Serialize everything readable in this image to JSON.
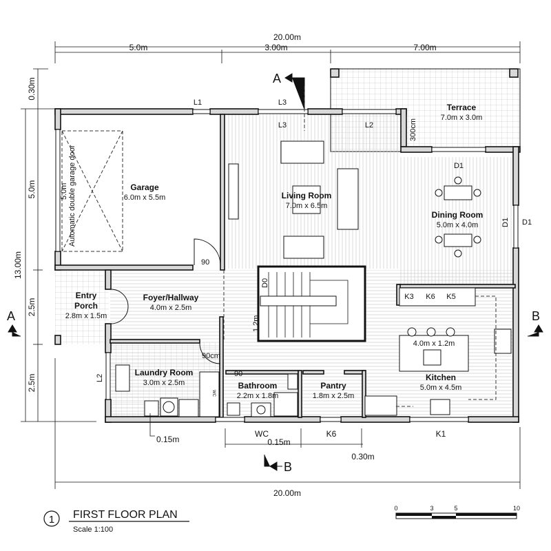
{
  "title": {
    "number": "1",
    "name": "FIRST FLOOR PLAN",
    "scale": "Scale 1:100"
  },
  "scale_bar": {
    "ticks": [
      "0",
      "3",
      "5",
      "10"
    ]
  },
  "dimensions": {
    "top_total": "20.00m",
    "top_segments": [
      "5.0m",
      "3.00m",
      "7.00m"
    ],
    "left_total": "13.00m",
    "left_segments": [
      "0.30m",
      "5.0m",
      "2.5m",
      "2.5m"
    ],
    "bottom_total": "20.00m",
    "bottom_labels": {
      "wc": "WC",
      "gap1": "0.15m",
      "k6": "K6",
      "gap2": "0.30m",
      "k1": "K1",
      "laundry_wall": "0.15m"
    }
  },
  "section_markers": {
    "a_top": "A",
    "a_left": "A",
    "b_right": "B",
    "b_bottom": "B"
  },
  "rooms": {
    "garage": {
      "name": "Garage",
      "size": "6.0m x 5.5m",
      "door_label": "Automatic double garage door",
      "door_width": "5.0m"
    },
    "living": {
      "name": "Living Room",
      "size": "7.0m x 6.5m"
    },
    "terrace": {
      "name": "Terrace",
      "size": "7.0m x 3.0m"
    },
    "dining": {
      "name": "Dining Room",
      "size": "5.0m x 4.0m"
    },
    "entry": {
      "name1": "Entry",
      "name2": "Porch",
      "size": "2.8m x 1.5m"
    },
    "foyer": {
      "name": "Foyer/Hallway",
      "size": "4.0m x 2.5m"
    },
    "laundry": {
      "name": "Laundry Room",
      "size": "3.0m x 2.5m"
    },
    "bathroom": {
      "name": "Bathroom",
      "size": "2.2m x 1.8m"
    },
    "pantry": {
      "name": "Pantry",
      "size": "1.8m x 2.5m"
    },
    "kitchen": {
      "name": "Kitchen",
      "size": "5.0m x 4.5m",
      "island": "4.0m x 1.2m"
    }
  },
  "labels": {
    "l1": "L1",
    "l3_top": "L3",
    "l3_in": "L3",
    "l2_top": "L2",
    "terrace_door": "300cm",
    "d1_top": "D1",
    "d1_side": "D1",
    "d1_out": "D1",
    "door90_garage": "90",
    "door90cm": "90cm",
    "door90_bath": "90",
    "d0": "D0",
    "stair_width": "1.2m",
    "k3": "K3",
    "k6": "K6",
    "k5": "K5",
    "l2_laundry": "L2",
    "wc_small": "WC"
  }
}
